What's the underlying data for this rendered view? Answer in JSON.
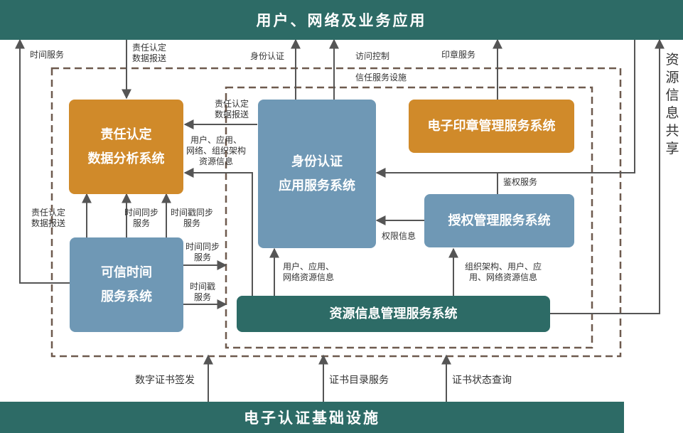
{
  "top_bar": "用户、网络及业务应用",
  "bottom_bar": "电子认证基础设施",
  "side_label": "资源信息共享",
  "inner_frame_label": "信任服务设施",
  "nodes": {
    "responsibility_1": "责任认定",
    "responsibility_2": "数据分析系统",
    "identity_1": "身份认证",
    "identity_2": "应用服务系统",
    "seal": "电子印章管理服务系统",
    "authorization": "授权管理服务系统",
    "time_1": "可信时间",
    "time_2": "服务系统",
    "resource": "资源信息管理服务系统"
  },
  "labels": {
    "time_service": "时间服务",
    "resp_report_top_1": "责任认定",
    "resp_report_top_2": "数据报送",
    "identity_auth": "身份认证",
    "access_control": "访问控制",
    "seal_service": "印章服务",
    "resp_report_mid_1": "责任认定",
    "resp_report_mid_2": "数据报送",
    "user_app_1": "用户、应用、",
    "user_app_2": "网络、组织架构",
    "user_app_3": "资源信息",
    "resp_report_left_1": "责任认定",
    "resp_report_left_2": "数据报送",
    "time_sync_a_1": "时间同步",
    "time_sync_a_2": "服务",
    "timestamp_sync_1": "时间戳同步",
    "timestamp_sync_2": "服务",
    "time_sync_b_1": "时间同步",
    "time_sync_b_2": "服务",
    "timestamp_1": "时间戳",
    "timestamp_2": "服务",
    "authentication_service": "鉴权服务",
    "permission_info": "权限信息",
    "res_to_identity_1": "用户、应用、",
    "res_to_identity_2": "网络资源信息",
    "res_to_auth_1": "组织架构、用户、应",
    "res_to_auth_2": "用、网络资源信息",
    "cert_issue": "数字证书签发",
    "cert_directory": "证书目录服务",
    "cert_status": "证书状态查询"
  },
  "colors": {
    "teal": "#2d6b66",
    "blue": "#6f98b5",
    "orange": "#d08a2a",
    "frame": "#6e5a4e",
    "arrow": "#555555"
  }
}
